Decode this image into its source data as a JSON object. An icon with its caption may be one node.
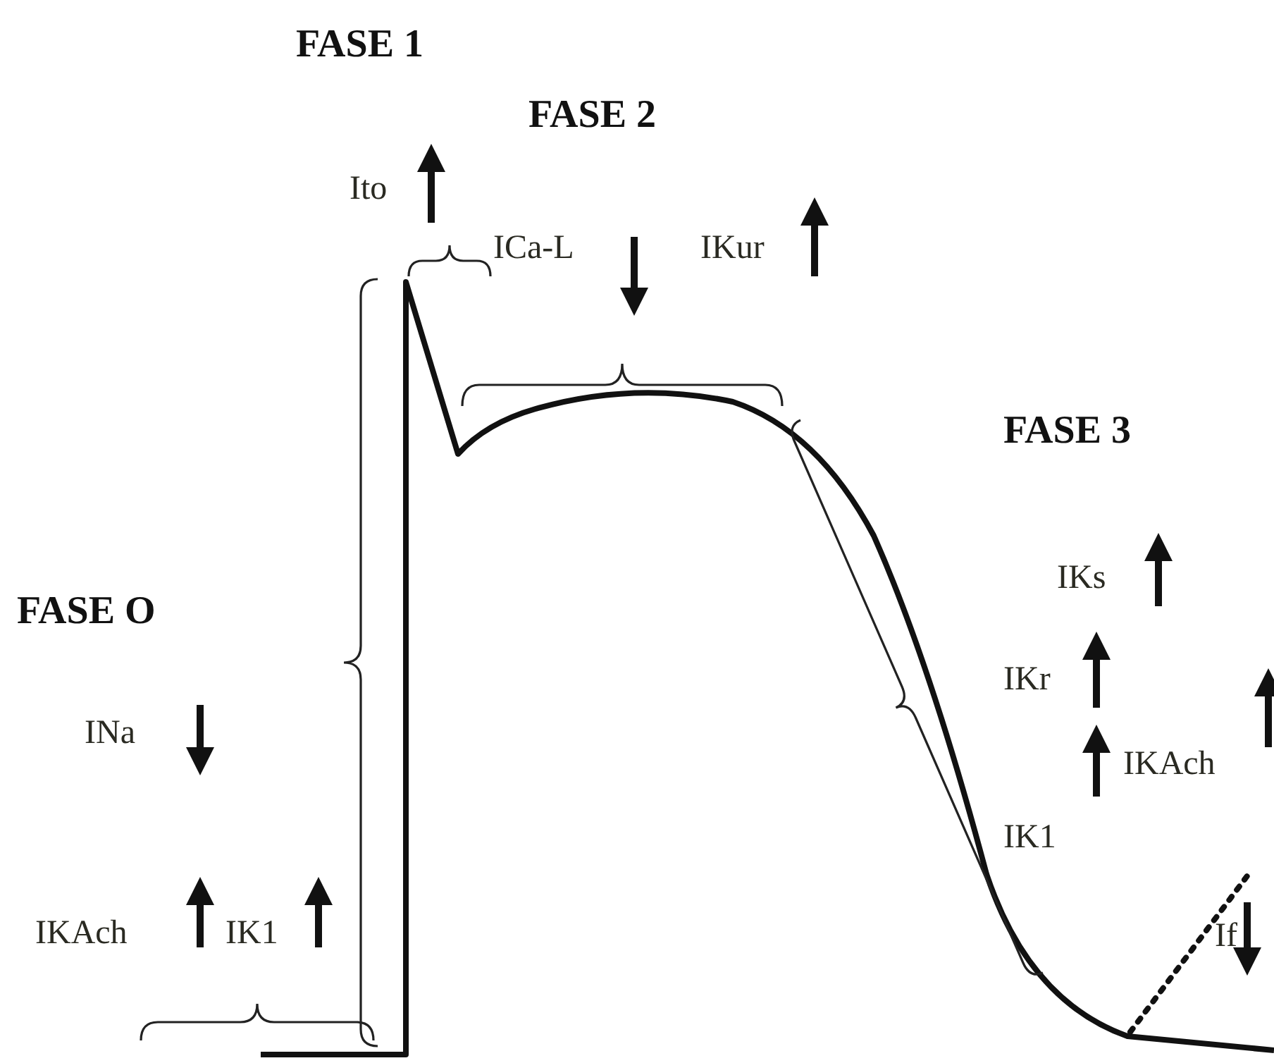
{
  "diagram": {
    "labels": [
      "FASE 1",
      "FASE 2",
      "Ito",
      "ICa-L",
      "IKur",
      "FASE 3",
      "IKs",
      "FASE O",
      "INa",
      "IKr",
      "IKAch",
      "IK1",
      "IKAch",
      "IK1",
      "If"
    ]
  }
}
